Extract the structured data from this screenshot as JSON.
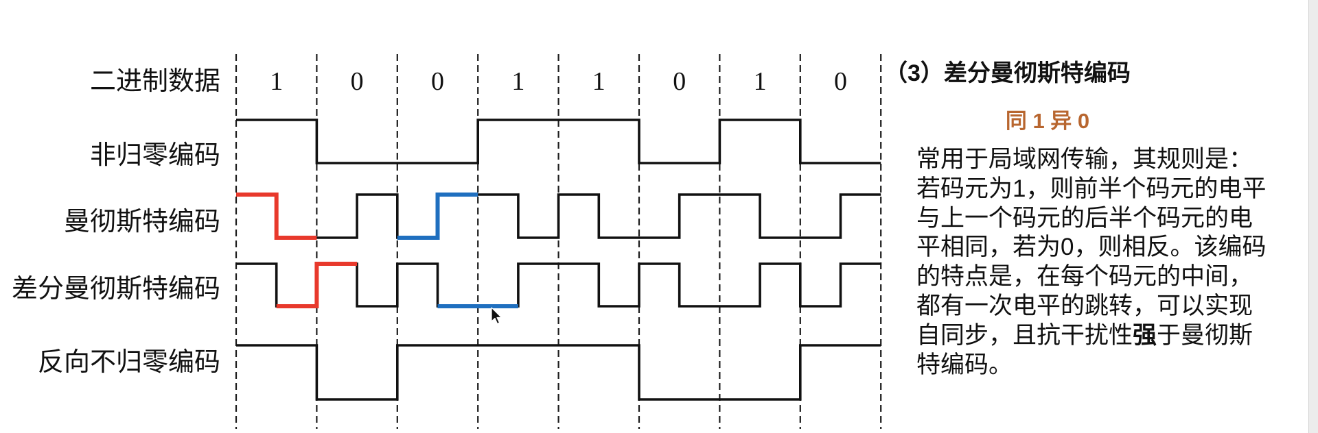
{
  "data_row_label": "二进制数据",
  "bits": [
    "1",
    "0",
    "0",
    "1",
    "1",
    "0",
    "1",
    "0"
  ],
  "rows": [
    {
      "label": "非归零编码",
      "levels": [
        1,
        1,
        0,
        0,
        0,
        0,
        1,
        1,
        1,
        1,
        0,
        0,
        1,
        1,
        0,
        0
      ],
      "highlights": []
    },
    {
      "label": "曼彻斯特编码",
      "levels": [
        1,
        0,
        0,
        1,
        0,
        1,
        1,
        0,
        1,
        0,
        0,
        1,
        1,
        0,
        0,
        1
      ],
      "highlights": [
        {
          "color": "#e8392c",
          "halves": [
            0,
            1
          ]
        },
        {
          "color": "#1f6fbf",
          "halves": [
            4,
            5
          ]
        }
      ]
    },
    {
      "label": "差分曼彻斯特编码",
      "levels": [
        1,
        0,
        1,
        0,
        1,
        0,
        0,
        1,
        1,
        0,
        1,
        0,
        0,
        1,
        0,
        1
      ],
      "highlights": [
        {
          "color": "#e8392c",
          "halves": [
            1,
            2
          ]
        },
        {
          "color": "#1f6fbf",
          "halves": [
            5,
            6
          ]
        }
      ]
    },
    {
      "label": "反向不归零编码",
      "levels": [
        1,
        1,
        0,
        0,
        1,
        1,
        1,
        1,
        1,
        1,
        0,
        0,
        0,
        0,
        1,
        1
      ],
      "highlights": []
    }
  ],
  "panel": {
    "title": "（3）差分曼彻斯特编码",
    "rule": "同 1 异 0",
    "lines": [
      [
        "常用于局域网传输，其规则是："
      ],
      [
        "若码元为1，则前半个码元的电平"
      ],
      [
        "与上一个码元的后半个码元的电"
      ],
      [
        "平相同，若为0，则相反。该编码"
      ],
      [
        "的特点是，在每个码元的中间，"
      ],
      [
        "都有一次电平的跳转，可以实现"
      ],
      [
        "自同步，且抗干扰性",
        "强",
        "于曼彻斯"
      ],
      [
        "特编码。"
      ]
    ]
  },
  "colors": {
    "line": "#111111",
    "rule_text": "#b8662f",
    "background": "#ffffff",
    "window_edge": "#ececec"
  }
}
